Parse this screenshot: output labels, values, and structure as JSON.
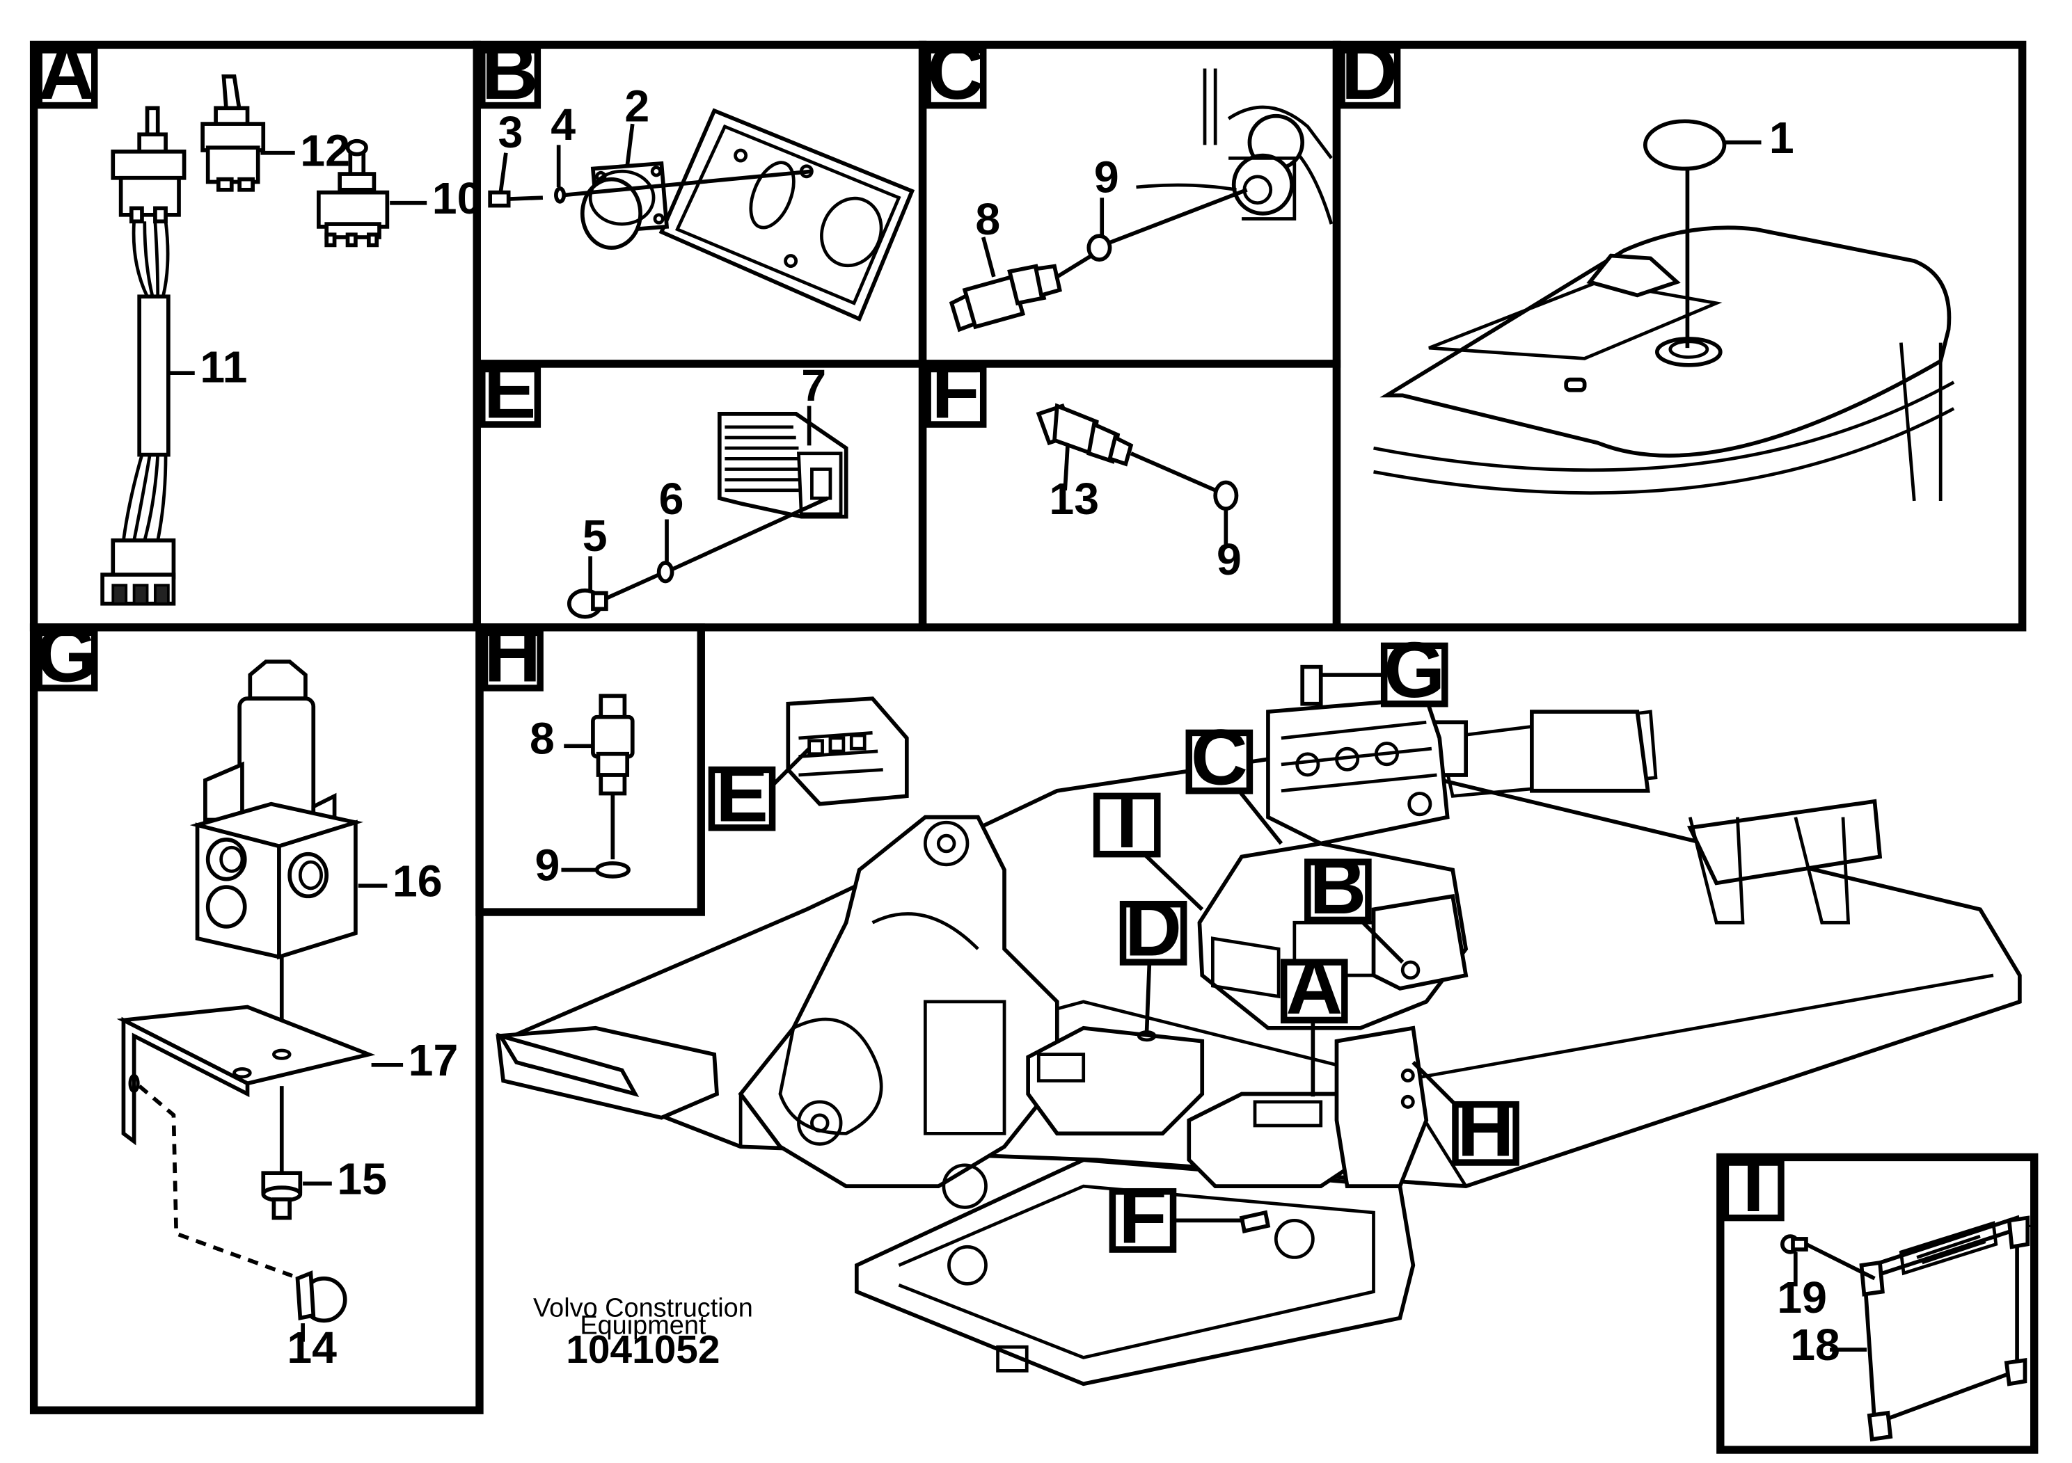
{
  "panels": {
    "A": "A",
    "B": "B",
    "C": "C",
    "D": "D",
    "E": "E",
    "F": "F",
    "G": "G",
    "H": "H",
    "I": "I"
  },
  "callouts": {
    "A": "A",
    "B": "B",
    "C": "C",
    "D": "D",
    "E": "E",
    "F": "F",
    "G": "G",
    "H": "H",
    "I": "I"
  },
  "parts": {
    "p1": "1",
    "p2": "2",
    "p3": "3",
    "p4": "4",
    "p5": "5",
    "p6": "6",
    "p7": "7",
    "p8_c": "8",
    "p9_c": "9",
    "p9_f": "9",
    "p10": "10",
    "p11": "11",
    "p12": "12",
    "p13": "13",
    "p14": "14",
    "p15": "15",
    "p16": "16",
    "p17": "17",
    "p8_h": "8",
    "p9_h": "9",
    "p18": "18",
    "p19": "19"
  },
  "footer": {
    "line1": "Volvo Construction",
    "line2": "Equipment",
    "doc_number": "1041052"
  }
}
